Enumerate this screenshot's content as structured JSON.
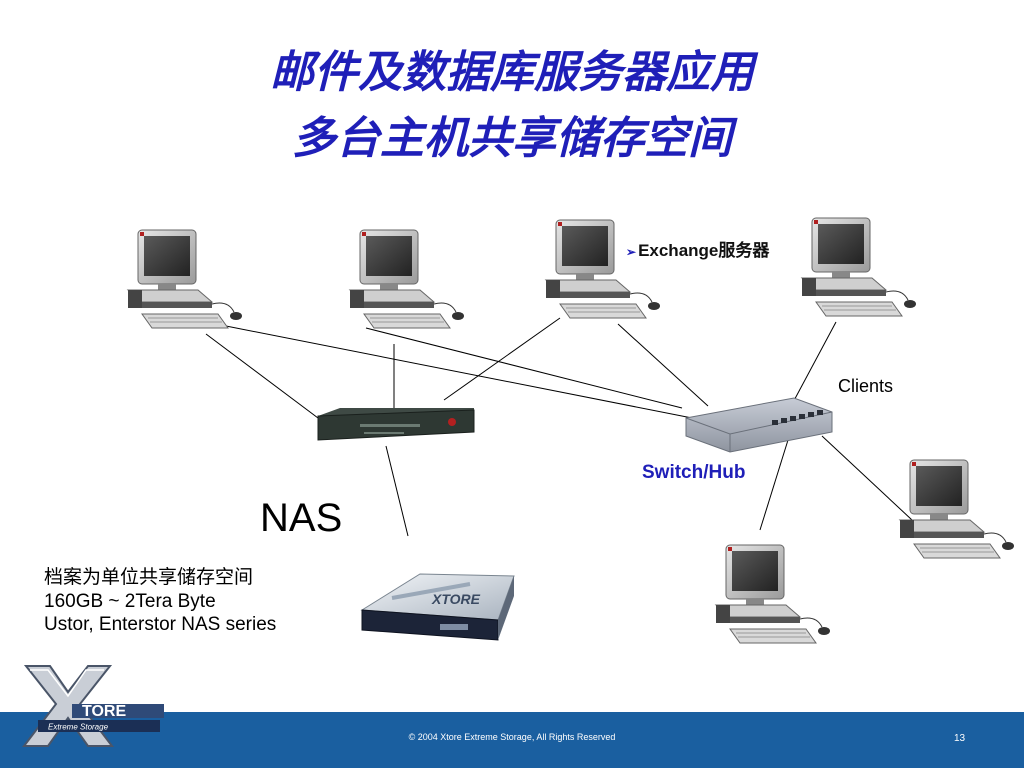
{
  "title": {
    "line1": "邮件及数据库服务器应用",
    "line2": "多台主机共享储存空间"
  },
  "labels": {
    "exchange_bullet": "➢",
    "exchange": "Exchange服务器",
    "clients": "Clients",
    "switch": "Switch/Hub",
    "nas": "NAS"
  },
  "nas_description": {
    "line1": "档案为单位共享储存空间",
    "line2": "160GB ~ 2Tera Byte",
    "line3": "Ustor, Enterstor NAS series"
  },
  "device_text": {
    "nas_brand": "XTORE"
  },
  "footer": {
    "copyright": "© 2004 Xtore Extreme Storage, All Rights Reserved",
    "page_number": "13"
  },
  "logo": {
    "word": "TORE",
    "tagline": "Extreme Storage"
  },
  "colors": {
    "title": "#1f1fb8",
    "footer_bar": "#1a5fa0",
    "switch_label": "#1f1fb8"
  }
}
